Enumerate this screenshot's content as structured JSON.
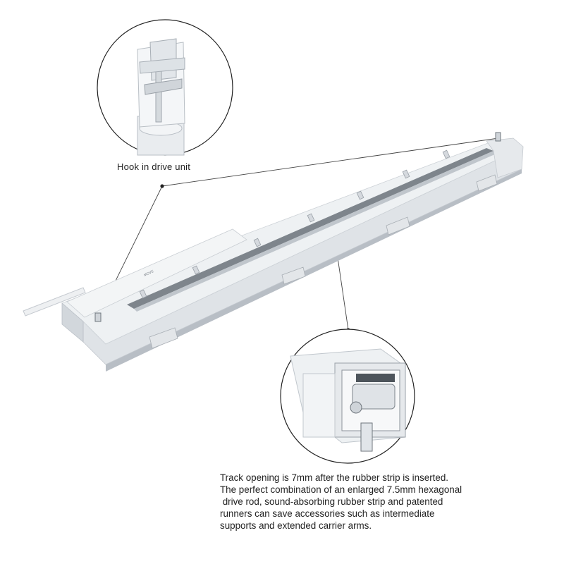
{
  "callouts": {
    "hook": {
      "caption": "Hook in drive unit",
      "icon": "hook-closeup"
    },
    "track": {
      "caption_lines": [
        "Track opening is 7mm after the rubber strip is inserted.",
        "The perfect combination of an enlarged 7.5mm hexagonal",
        " drive rod, sound-absorbing rubber strip and patented",
        "runners can save accessories such as intermediate",
        "supports and extended carrier arms."
      ],
      "icon": "track-cross-section-closeup"
    }
  },
  "product": {
    "name": "curtain-track-drive-unit",
    "label_text": "MOVE"
  },
  "colors": {
    "track_body": "#e9ecef",
    "track_shadow": "#c9ced4",
    "track_dark": "#8d949b",
    "leader_line": "#444444",
    "circle_border": "#222222",
    "text": "#222222"
  }
}
